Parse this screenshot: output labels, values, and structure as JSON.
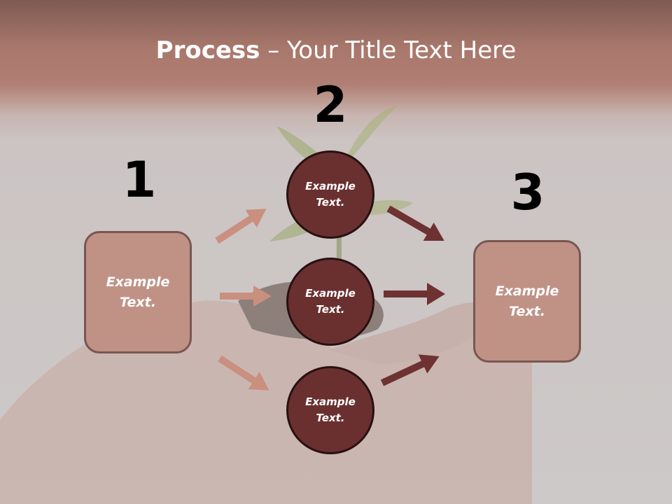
{
  "title": {
    "bold": "Process",
    "separator": " – ",
    "rest": "Your Title Text Here"
  },
  "numbers": [
    "1",
    "2",
    "3"
  ],
  "left_box": {
    "text": "Example Text."
  },
  "right_box": {
    "text": "Example Text."
  },
  "circles": [
    {
      "text": "Example Text."
    },
    {
      "text": "Example Text."
    },
    {
      "text": "Example Text."
    }
  ],
  "colors": {
    "header": "#a9786c",
    "box_fill": "#c09286",
    "circle_fill": "#6a3030",
    "arrow_light": "#c9907f",
    "arrow_dark": "#6e3232"
  }
}
